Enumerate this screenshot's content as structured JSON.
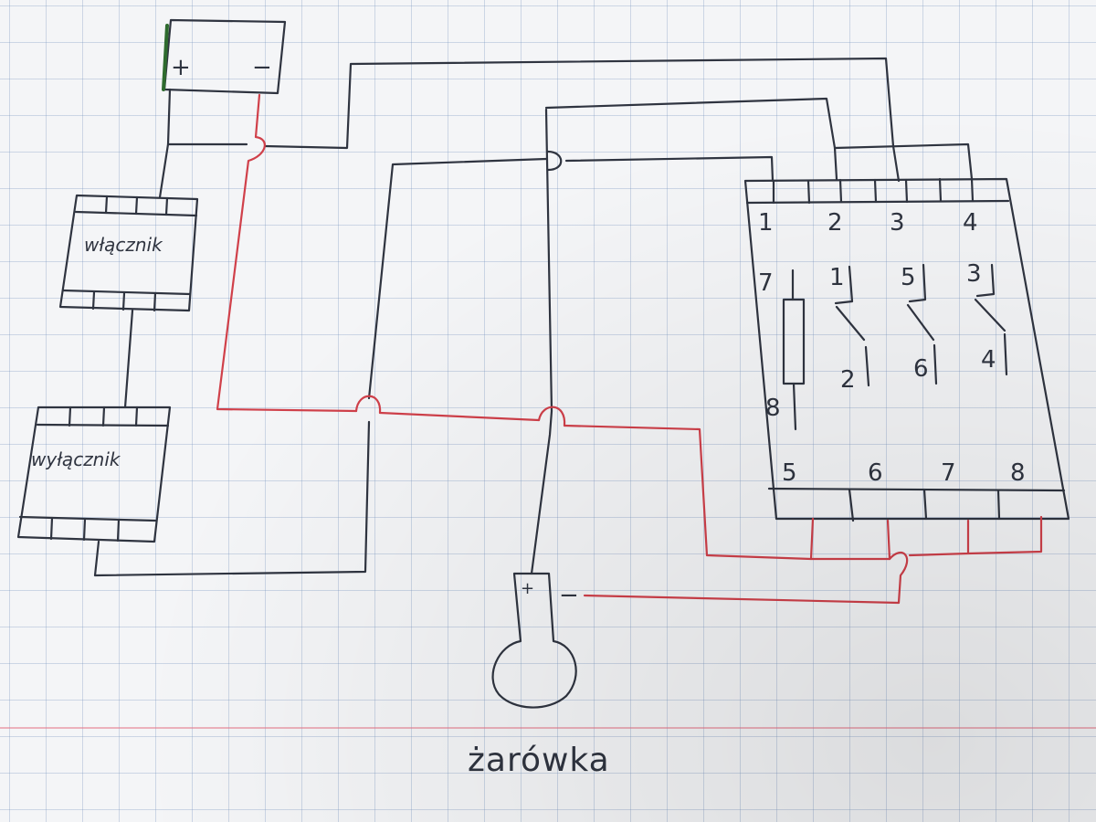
{
  "battery": {
    "plus": "+",
    "minus": "−"
  },
  "switch_top": {
    "label": "włącznik"
  },
  "switch_bottom": {
    "label": "wyłącznik"
  },
  "relay": {
    "top_terminals": [
      "1",
      "2",
      "3",
      "4"
    ],
    "bottom_terminals": [
      "5",
      "6",
      "7",
      "8"
    ],
    "coil": {
      "top": "7",
      "bottom": "8"
    },
    "contacts": [
      {
        "top": "1",
        "bottom": "2"
      },
      {
        "top": "5",
        "bottom": "6"
      },
      {
        "top": "3",
        "bottom": "4"
      }
    ]
  },
  "bulb": {
    "plus": "+",
    "minus": "−",
    "caption": "żarówka"
  },
  "colors": {
    "ink": "#2f3440",
    "red_wire": "#d0404a",
    "grid": "#7896be",
    "margin_line": "#e6788c"
  }
}
